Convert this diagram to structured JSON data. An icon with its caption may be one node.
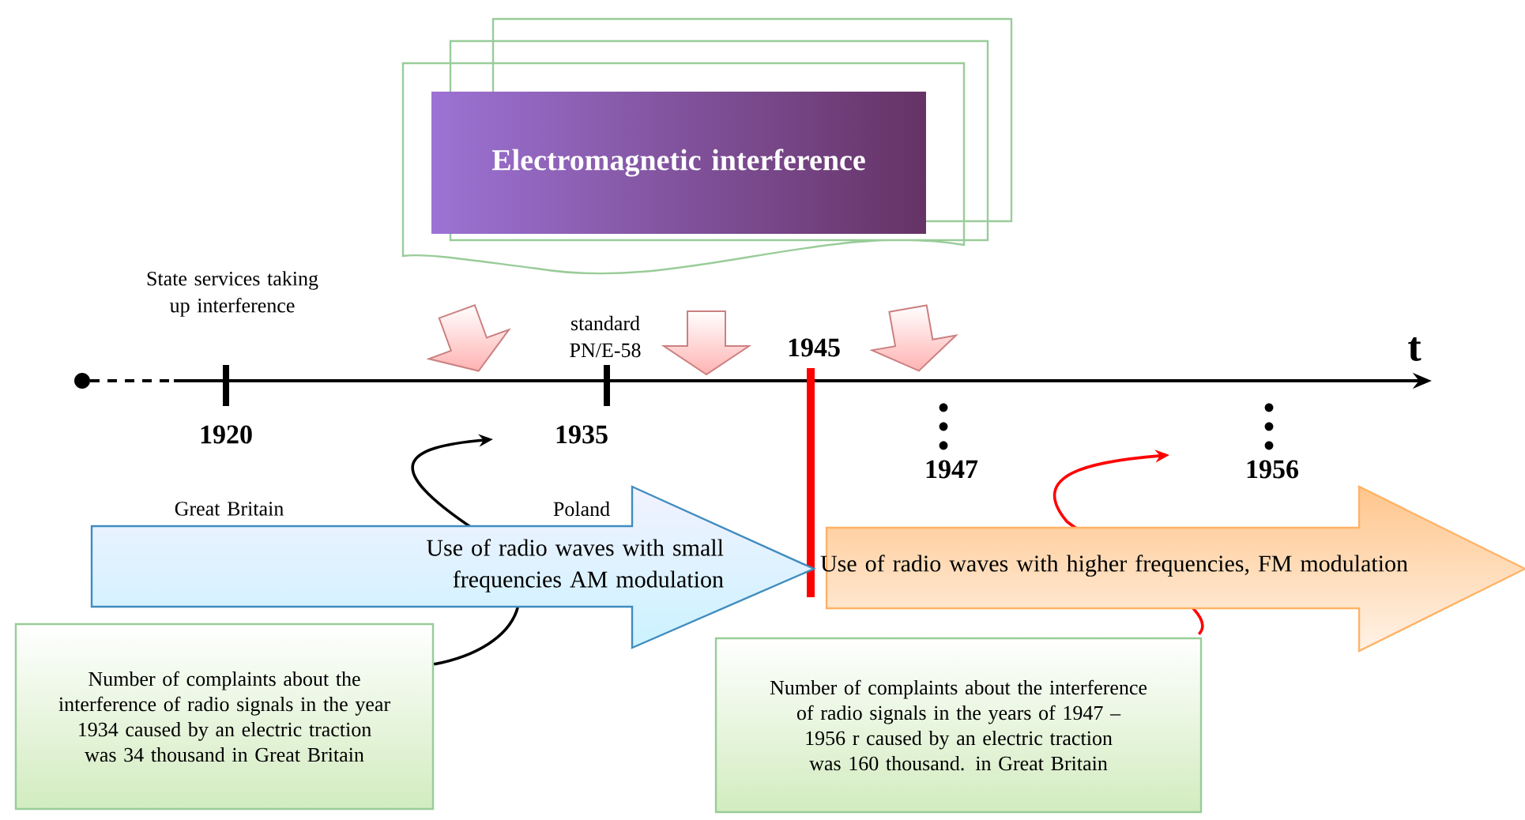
{
  "diagram": {
    "nodes": [
      {
        "text": [
          "Electromagnetic interference"
        ]
      },
      {
        "text": [
          "Use of radio waves with small frequencies AM modulation"
        ]
      },
      {
        "text": [
          "Use of radio waves with higher frequencies, FM modulation"
        ]
      },
      {
        "text": [
          "Number of complaints about the interference of radio signals in the year 1934 caused by an electric traction was 34 thousand in Great Britain"
        ]
      },
      {
        "text": [
          "Number of complaints about the interference of radio signals in the years of 1947 – 1956 r caused by an electric traction was 160 thousand. in Great Britain"
        ]
      }
    ],
    "edges": [
      {
        "from": 3,
        "to": null,
        "arrow": "to"
      },
      {
        "from": 4,
        "to": null,
        "arrow": "to",
        "color": "#ff0000"
      }
    ],
    "labels": [
      "State services taking up interference",
      "standard PN/E-58",
      "1945",
      "t",
      "1920",
      "1935",
      "1947",
      "1956",
      "Great Britain",
      "Poland"
    ]
  }
}
